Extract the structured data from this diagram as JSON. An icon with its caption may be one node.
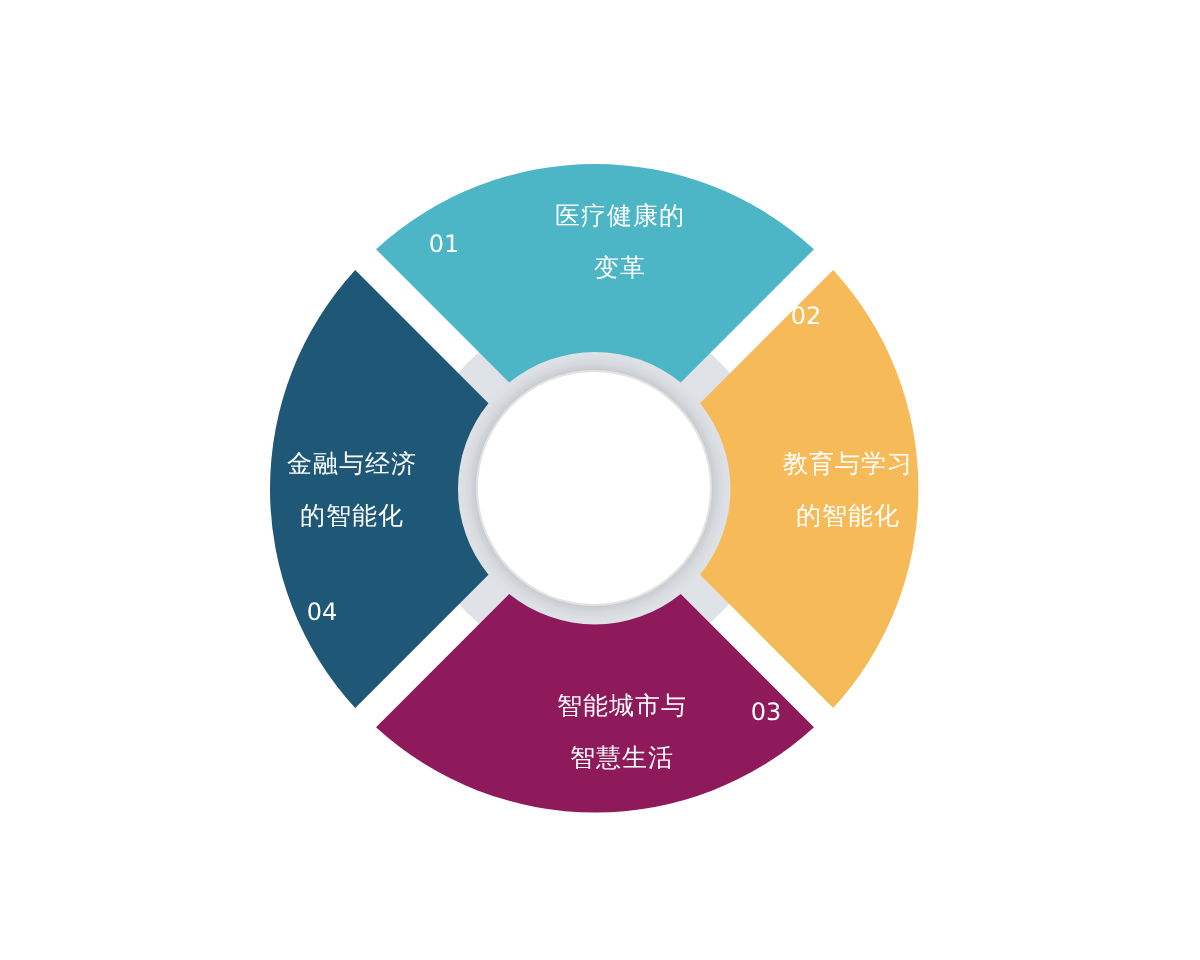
{
  "diagram": {
    "nodes": [
      {
        "text": [
          "01",
          "医疗健康的变革"
        ]
      },
      {
        "text": [
          "02",
          "教育与学习的智能化"
        ]
      },
      {
        "text": [
          "智能城市与智慧生活",
          "03"
        ]
      },
      {
        "text": [
          "金融与经济的智能化",
          "04"
        ]
      },
      {
        "text": [],
        "shape": "circle"
      }
    ]
  }
}
